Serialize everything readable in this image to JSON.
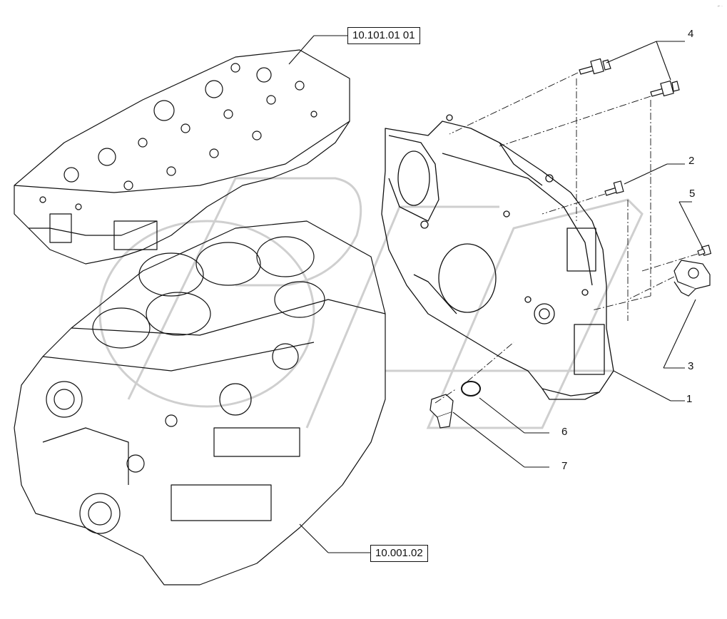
{
  "references": {
    "cylinder_head": "10.101.01 01",
    "engine_block": "10.001.02"
  },
  "callouts": {
    "c1": "1",
    "c2": "2",
    "c3": "3",
    "c4": "4",
    "c5": "5",
    "c6": "6",
    "c7": "7"
  },
  "colors": {
    "line": "#111111",
    "watermark": "#d4d4d4"
  }
}
